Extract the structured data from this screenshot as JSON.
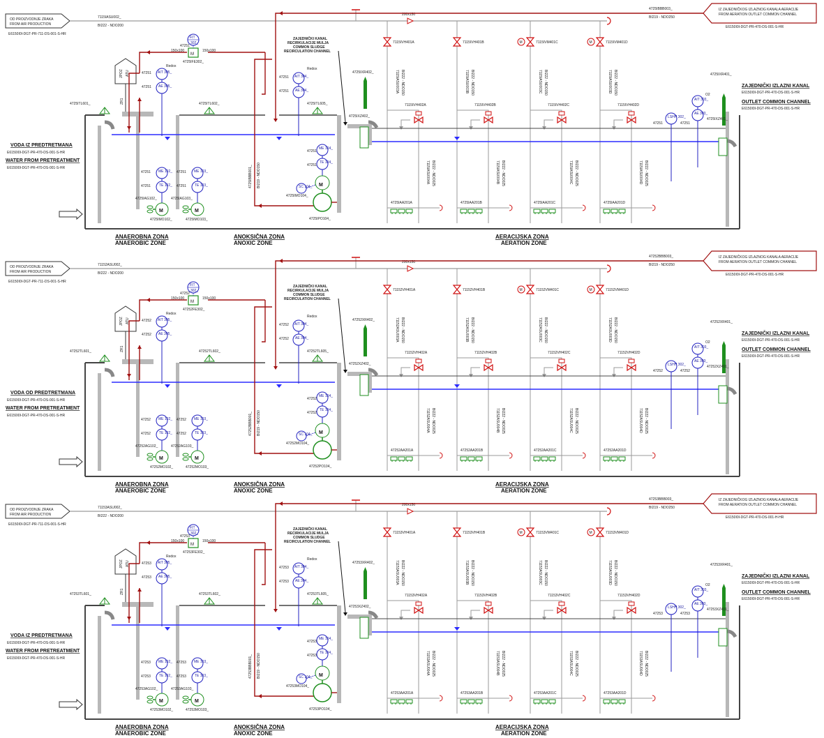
{
  "trains": [
    {
      "air_from": [
        "OD PROIZVODNJE ZRAKA",
        "FROM AIR PRODUCTION"
      ],
      "air_ref": "E6150I0I-DGT-PR-711-DS-001-S-HR",
      "air_line": "7115IASU002_",
      "air_spec": "BI222 - NDO200",
      "return_line": "4725IBBB003_",
      "return_spec": "BI219 - NDO250",
      "from_aeration": [
        "IZ ZAJEDNIČKOG IZLAZNOG KANALA AERACIJE",
        "FROM AERATION OUTLET COMMON CHANNEL"
      ],
      "from_aeration_ref": "E6150I0I-DGT-PR-470-DS-001-S-HR",
      "reducer": "200x150",
      "valves_top": [
        "7115IVH401A",
        "7115IVH401B",
        "7115IVM401C",
        "7115IVM401D"
      ],
      "vert_lines": [
        "7115IASU003A",
        "7115IASU003B",
        "7115IASU003C",
        "7115IASU003D"
      ],
      "vert_spec": "BI222 - NDO150",
      "valves_mid": [
        "7115IVH402A",
        "7115IVH402B",
        "7115IVH402C",
        "7115IVH402D"
      ],
      "drop_lines": [
        "7115IASU004A",
        "7115IASU004B",
        "7115IASU004C",
        "7115IASU004D"
      ],
      "drop_spec": "BI222 - NDO025",
      "diffusers": [
        "4725IAA201A",
        "4725IAA201B",
        "4725IAA201C",
        "4725IAA201D"
      ],
      "flow_meter": [
        "FIT",
        "302_"
      ],
      "flow_elem": "4725IFE302_",
      "fe_sizes": [
        "150x100",
        "150x100"
      ],
      "instr_anaerobic": [
        "AIT 305_",
        "AE 305_"
      ],
      "instr_anoxic": [
        "AIT 304_",
        "AE 304_"
      ],
      "redox": "Redox",
      "tag_zone": "47251",
      "recirc_channel": [
        "ZAJEDNIČKI KANAL",
        "RECIRKULACIJE MULJA",
        "COMMON SLUDGE",
        "RECIRCULATION CHANNEL"
      ],
      "xr402": "4725IXR402_",
      "xz402": "4725IXZ402_",
      "xr401": "4725IXR401_",
      "xz401": "4725IXZ401_",
      "tl601": "4725ITL601_",
      "tl602": "4725ITL602_",
      "tl605": "4725ITL605_",
      "bypass_line": "4725IBBB001_",
      "bypass_spec": "BI219 - NDO150",
      "jpoz": "JPOZ",
      "atu": "ATU",
      "zr": "ZR1",
      "mixers": [
        {
          "me": "ME 102_",
          "te": "TE 102_",
          "ag": "4725IAG102_",
          "mo": "4725IMO102_"
        },
        {
          "me": "ME 103_",
          "te": "TE 103_",
          "ag": "4725IAG103_",
          "mo": "4725IMO103_"
        }
      ],
      "pump": {
        "me": "ME 104_",
        "te": "TE 104_",
        "sc": "SC 104_",
        "mo": "4725IMO104_",
        "po": "4725IPO104_"
      },
      "lshh": "LSHH 302_",
      "do_instr": [
        "AIT 303_",
        "AE 303_"
      ],
      "o2": "O2",
      "inlet_title": [
        "VODA IZ PREDTRETMANA",
        "WATER FROM PRETREATMENT"
      ],
      "inlet_ref": "E6150I0I-DGT-PR-470-DS-001-S-HR",
      "outlet_title": [
        "ZAJEDNIČKI IZLAZNI KANAL",
        "OUTLET COMMON CHANNEL"
      ],
      "outlet_ref": "E6150I0I-DGT-PR-470-DS-001-S-HR",
      "zones": [
        [
          "ANAEROBNA ZONA",
          "ANAEROBIC ZONE"
        ],
        [
          "ANOKSIČNA ZONA",
          "ANOXIC ZONE"
        ],
        [
          "AERACIJSKA ZONA",
          "AERATION ZONE"
        ]
      ]
    },
    {
      "air_from": [
        "OD PROIZVODNJE ZRAKA",
        "FROM AIR PRODUCTION"
      ],
      "air_ref": "E6150I0I-DGT-PR-711-DS-001-S-HR",
      "air_line": "71152ASU002_",
      "air_spec": "BI222 - NDO200",
      "return_line": "47252BBB003_",
      "return_spec": "BI219 - NDO250",
      "from_aeration": [
        "IZ ZAJEDNIČKOG IZLAZNOG KANALA AERACIJE",
        "FROM AERATION OUTLET COMMON CHANNEL"
      ],
      "from_aeration_ref": "E6150I0I-DGT-PR-470-DS-001-S-HR",
      "reducer": "200x150",
      "valves_top": [
        "71152VH401A",
        "71152VH401B",
        "71152VM401C",
        "71152VM401D"
      ],
      "vert_lines": [
        "71152ASU003A",
        "71152ASU003B",
        "71152ASU003C",
        "71152ASU003D"
      ],
      "vert_spec": "BI222 - NDO150",
      "valves_mid": [
        "71152VH402A",
        "71152VH402B",
        "71152VH402C",
        "71152VH402D"
      ],
      "drop_lines": [
        "71152ASU004A",
        "71152ASU004B",
        "71152ASU004C",
        "71152ASU004D"
      ],
      "drop_spec": "BI222 - NDO025",
      "diffusers": [
        "47252AA201A",
        "47252AA201B",
        "47252AA201C",
        "47252AA201D"
      ],
      "flow_meter": [
        "FIT",
        "302_"
      ],
      "flow_elem": "47252FE302_",
      "fe_sizes": [
        "150x100",
        "150x100"
      ],
      "instr_anaerobic": [
        "AIT 305_",
        "AE 305_"
      ],
      "instr_anoxic": [
        "AIT 304_",
        "AE 304_"
      ],
      "redox": "Redox",
      "tag_zone": "47252",
      "recirc_channel": [
        "ZAJEDNIČKI KANAL",
        "RECIRKULACIJE MULJA",
        "COMMON SLUDGE",
        "RECIRCULATION CHANNEL"
      ],
      "xr402": "47252XR402_",
      "xz402": "47252XZ402_",
      "xr401": "47252XR401_",
      "xz401": "47252XZ401_",
      "tl601": "47252TL601_",
      "tl602": "47252TL602_",
      "tl605": "47252TL605_",
      "bypass_line": "47252BBB001_",
      "bypass_spec": "BI219 - NDO150",
      "jpoz": "JPOZ",
      "atu": "ATU",
      "zr": "ZR1",
      "mixers": [
        {
          "me": "ME 102_",
          "te": "TE 102_",
          "ag": "47252AG102_",
          "mo": "47252MO102_"
        },
        {
          "me": "ME 103_",
          "te": "TE 103_",
          "ag": "47252AG103_",
          "mo": "47252MO103_"
        }
      ],
      "pump": {
        "me": "ME 104_",
        "te": "TE 104_",
        "sc": "SC 104_",
        "mo": "47252MO104_",
        "po": "47252PO104_"
      },
      "lshh": "LSHH 302_",
      "do_instr": [
        "AIT 303_",
        "AE 303_"
      ],
      "o2": "O2",
      "inlet_title": [
        "VODA OD PREDTRETMANA",
        "WATER FROM PRETREATMENT"
      ],
      "inlet_ref": "E6150I0I-DGT-PR-470-DS-001-S-HR",
      "outlet_title": [
        "ZAJEDNIČKI IZLAZNI KANAL",
        "OUTLET COMMON CHANNEL"
      ],
      "outlet_ref": "E6150I0I-DGT-PR-470-DS-001-S-HR",
      "zones": [
        [
          "ANAEROBNA ZONA",
          "ANAEROBIC ZONE"
        ],
        [
          "ANOKSIČNA ZONA",
          "ANOXIC ZONE"
        ],
        [
          "AERACIJSKA ZONA",
          "AERATION ZONE"
        ]
      ]
    },
    {
      "air_from": [
        "OD PROIZVODNJE ZRAKA",
        "FROM AIR PRODUCTION"
      ],
      "air_ref": "E6150I0I-DGT-PR-711-DS-001-S-HR",
      "air_line": "71153ASU002_",
      "air_spec": "BI222 - NDO200",
      "return_line": "47253BBB003_",
      "return_spec": "BI219 - NDO250",
      "from_aeration": [
        "IZ ZAJEDNIČKOG IZLAZNOG KANALA AERACIJE",
        "FROM AERATION OUTLET COMMON CHANNEL"
      ],
      "from_aeration_ref": "E6150I0I-DGT-PR-470-DS-001-H-HR",
      "reducer": "200x150",
      "valves_top": [
        "71153VH401A",
        "71153VH401B",
        "71153VM401C",
        "71153VM401D"
      ],
      "vert_lines": [
        "71153ASU003A",
        "71153ASU003B",
        "71153ASU003C",
        "71153ASU003D"
      ],
      "vert_spec": "BI222 - NDO150",
      "valves_mid": [
        "71153VH402A",
        "71153VH402B",
        "71153VH402C",
        "71153VH402D"
      ],
      "drop_lines": [
        "71153ASU004A",
        "71153ASU004B",
        "71153ASU004C",
        "71153ASU004D"
      ],
      "drop_spec": "BI222 - NDO025",
      "diffusers": [
        "47253AA201A",
        "47253AA201B",
        "47253AA201C",
        "47253AA201D"
      ],
      "flow_meter": [
        "FIT",
        "302_"
      ],
      "flow_elem": "47253FE302_",
      "fe_sizes": [
        "150x100",
        "150x100"
      ],
      "instr_anaerobic": [
        "AIT 305_",
        "AE 305_"
      ],
      "instr_anoxic": [
        "AIT 304_",
        "AE 304_"
      ],
      "redox": "Redox",
      "tag_zone": "47253",
      "recirc_channel": [
        "ZAJEDNIČKI KANAL",
        "RECIRKULACIJE MULJA",
        "COMMON SLUDGE",
        "RECIRCULATION CHANNEL"
      ],
      "xr402": "47253XR402_",
      "xz402": "47253XZ402_",
      "xr401": "47253XR401_",
      "xz401": "47253XZ401_",
      "tl601": "47253TL601_",
      "tl602": "47253TL602_",
      "tl605": "47253TL605_",
      "bypass_line": "47253BBB001_",
      "bypass_spec": "BI219 - NDO150",
      "jpoz": "JPOZ",
      "atu": "ATU",
      "zr": "ZR1",
      "mixers": [
        {
          "me": "ME 102_",
          "te": "TE 102_",
          "ag": "47253AG102_",
          "mo": "47253MO102_"
        },
        {
          "me": "ME 103_",
          "te": "TE 103_",
          "ag": "47253AG103_",
          "mo": "47253MO103_"
        }
      ],
      "pump": {
        "me": "ME 104_",
        "te": "TE 104_",
        "sc": "SC 104_",
        "mo": "47253MO104_",
        "po": "47253PO104_"
      },
      "lshh": "LSHH 302_",
      "do_instr": [
        "AIT 303_",
        "AE 303_"
      ],
      "o2": "O2",
      "inlet_title": [
        "VODA IZ PREDTRETMANA",
        "WATER FROM PRETREATMENT"
      ],
      "inlet_ref": "E6150I0I-DGT-PR-470-DS-001-S-HR",
      "outlet_title": [
        "ZAJEDNIČKI IZLAZNI KANAL",
        "OUTLET COMMON CHANNEL"
      ],
      "outlet_ref": "E6150I0I-DGT-PR-470-DS-001-S-HR",
      "zones": [
        [
          "ANAEROBNA ZONA",
          "ANAEROBIC ZONE"
        ],
        [
          "ANOKSIČNA ZONA",
          "ANOXIC ZONE"
        ],
        [
          "AERACIJSKA ZONA",
          "AERATION ZONE"
        ]
      ]
    }
  ],
  "colors": {
    "water": "#2b2bff",
    "air": "#9a9a9a",
    "sludge": "#a01010",
    "valve": "#d01010",
    "equipment": "#1f8f1f",
    "instrument": "#2020c0",
    "tank": "#b8b8b8",
    "structure": "#444444"
  }
}
